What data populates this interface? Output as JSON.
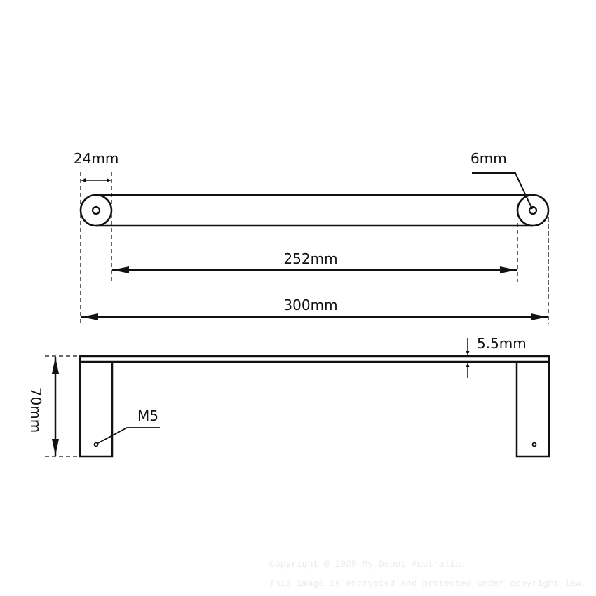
{
  "diagram": {
    "type": "technical-drawing",
    "subject": "towel rail / handle dimensions",
    "colors": {
      "line": "#111111",
      "background": "#ffffff",
      "watermark": "#ebebeb"
    },
    "top_view": {
      "labels": {
        "end_diameter": "24mm",
        "hole_diameter": "6mm",
        "center_to_center": "252mm",
        "overall_length": "300mm"
      }
    },
    "side_view": {
      "labels": {
        "bar_thickness": "5.5mm",
        "height": "70mm",
        "thread": "M5"
      }
    }
  },
  "watermark": {
    "line1": "Copyright @ 2025 My Depot Australia.",
    "line2": "This image is encrypted and protected under copyright law."
  }
}
